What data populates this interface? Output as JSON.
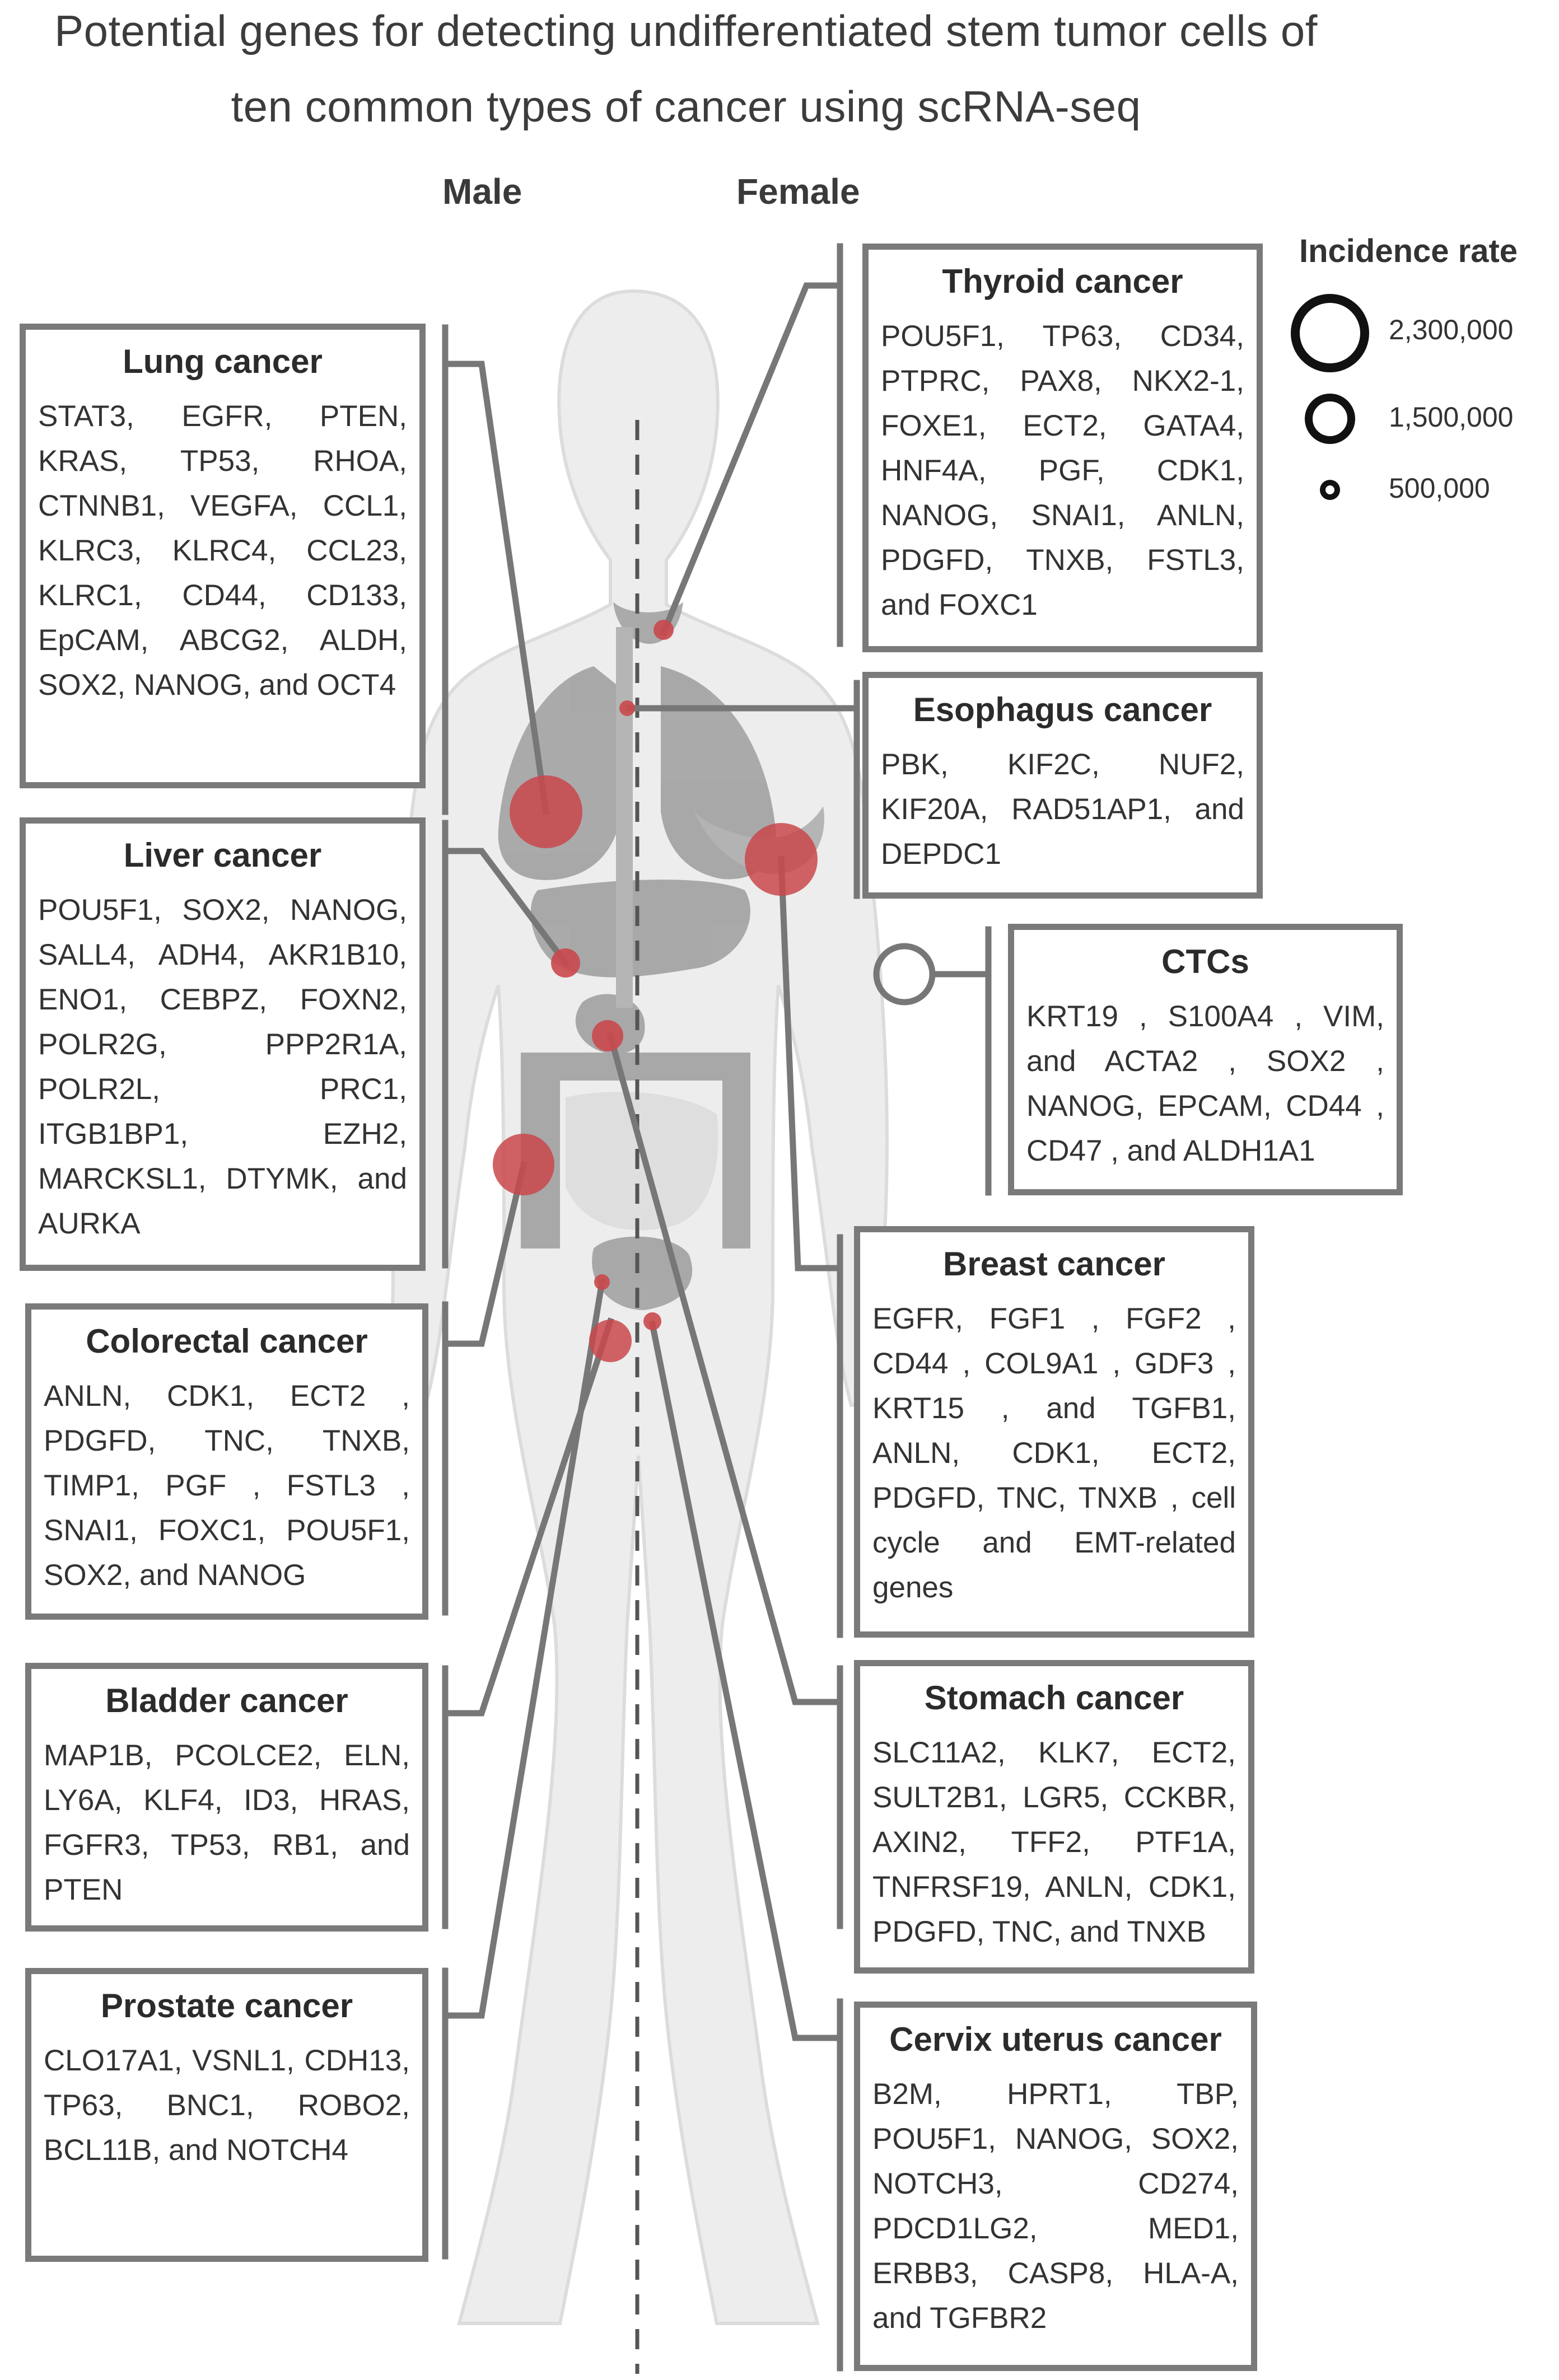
{
  "title_line1": "Potential genes for detecting undifferentiated stem tumor cells of",
  "title_line2": "ten common types of cancer using scRNA-seq",
  "labels": {
    "male": "Male",
    "female": "Female"
  },
  "legend": {
    "title": "Incidence rate",
    "entries": [
      "2,300,000",
      "1,500,000",
      "500,000"
    ]
  },
  "colors": {
    "box_border": "#7a7a7a",
    "marker": "#c9484c",
    "body": "#ebebeb",
    "organ": "#9a9a9a"
  },
  "cancers": {
    "lung": {
      "name": "Lung cancer",
      "genes": "STAT3, EGFR, PTEN, KRAS, TP53, RHOA, CTNNB1, VEGFA, CCL1, KLRC3, KLRC4, CCL23, KLRC1, CD44, CD133, EpCAM, ABCG2, ALDH, SOX2, NANOG, and OCT4"
    },
    "liver": {
      "name": "Liver cancer",
      "genes": "POU5F1, SOX2, NANOG, SALL4, ADH4, AKR1B10, ENO1, CEBPZ, FOXN2, POLR2G, PPP2R1A, POLR2L, PRC1, ITGB1BP1, EZH2, MARCKSL1, DTYMK, and AURKA"
    },
    "colorectal": {
      "name": "Colorectal cancer",
      "genes": "ANLN, CDK1, ECT2 , PDGFD, TNC, TNXB, TIMP1, PGF , FSTL3 , SNAI1, FOXC1, POU5F1, SOX2, and NANOG"
    },
    "bladder": {
      "name": "Bladder cancer",
      "genes": "MAP1B, PCOLCE2, ELN, LY6A, KLF4, ID3, HRAS, FGFR3, TP53, RB1, and PTEN"
    },
    "prostate": {
      "name": "Prostate cancer",
      "genes": "CLO17A1, VSNL1, CDH13, TP63, BNC1, ROBO2, BCL11B, and NOTCH4"
    },
    "thyroid": {
      "name": "Thyroid cancer",
      "genes": "POU5F1, TP63, CD34, PTPRC, PAX8, NKX2-1, FOXE1, ECT2, GATA4, HNF4A, PGF, CDK1, NANOG, SNAI1, ANLN, PDGFD, TNXB, FSTL3, and FOXC1"
    },
    "esophagus": {
      "name": "Esophagus cancer",
      "genes": "PBK, KIF2C, NUF2, KIF20A, RAD51AP1, and DEPDC1"
    },
    "ctcs": {
      "name": "CTCs",
      "genes": "KRT19 , S100A4 , VIM, and ACTA2 , SOX2 , NANOG, EPCAM, CD44 , CD47 , and ALDH1A1"
    },
    "breast": {
      "name": "Breast cancer",
      "genes": "EGFR, FGF1 , FGF2 , CD44 , COL9A1 , GDF3 , KRT15 , and TGFB1, ANLN, CDK1, ECT2, PDGFD, TNC, TNXB , cell cycle and EMT-related genes"
    },
    "stomach": {
      "name": "Stomach cancer",
      "genes": "SLC11A2, KLK7, ECT2, SULT2B1, LGR5, CCKBR, AXIN2, TFF2, PTF1A, TNFRSF19, ANLN, CDK1, PDGFD, TNC, and TNXB"
    },
    "cervix": {
      "name": "Cervix uterus cancer",
      "genes": "B2M, HPRT1, TBP, POU5F1, NANOG, SOX2, NOTCH3, CD274, PDCD1LG2, MED1, ERBB3, CASP8, HLA-A, and TGFBR2"
    }
  }
}
